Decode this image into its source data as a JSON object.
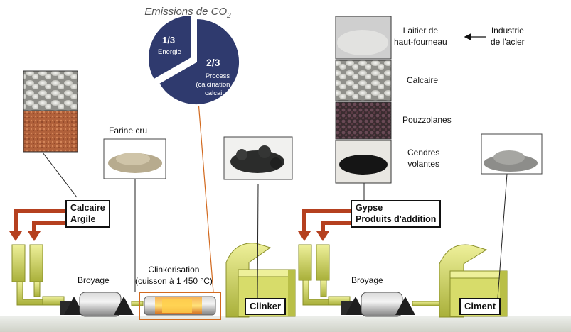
{
  "emissions": {
    "title": "Emissions de CO",
    "title_sub": "2",
    "energie_fraction": "1/3",
    "energie_label": "Energie",
    "process_fraction": "2/3",
    "process_label_1": "Process",
    "process_label_2": "(calcination du",
    "process_label_3": "calcaire)",
    "share_energie": 0.333,
    "share_process": 0.667
  },
  "raw_materials": {
    "line1": "Calcaire",
    "line2": "Argile"
  },
  "farine": {
    "label": "Farine cru"
  },
  "broyage1": {
    "label": "Broyage"
  },
  "clinkerisation": {
    "line1": "Clinkerisation",
    "line2": "(cuisson à 1 450 °C)"
  },
  "clinker": {
    "label": "Clinker"
  },
  "additions": {
    "line1": "Gypse",
    "line2": "Produits d'addition"
  },
  "broyage2": {
    "label": "Broyage"
  },
  "ciment": {
    "label": "Ciment"
  },
  "laitier": {
    "line1": "Laitier de",
    "line2": "haut-fourneau"
  },
  "industrie": {
    "line1": "Industrie",
    "line2": "de l'acier"
  },
  "calcaire_addition": {
    "label": "Calcaire"
  },
  "pouzzolanes": {
    "label": "Pouzzolanes"
  },
  "cendres": {
    "line1": "Cendres",
    "line2": "volantes"
  },
  "colors": {
    "pie": "#2f3a6e",
    "arrow": "#b5401f",
    "equipment": "#d7dc6a",
    "highlight": "#d2691e"
  }
}
